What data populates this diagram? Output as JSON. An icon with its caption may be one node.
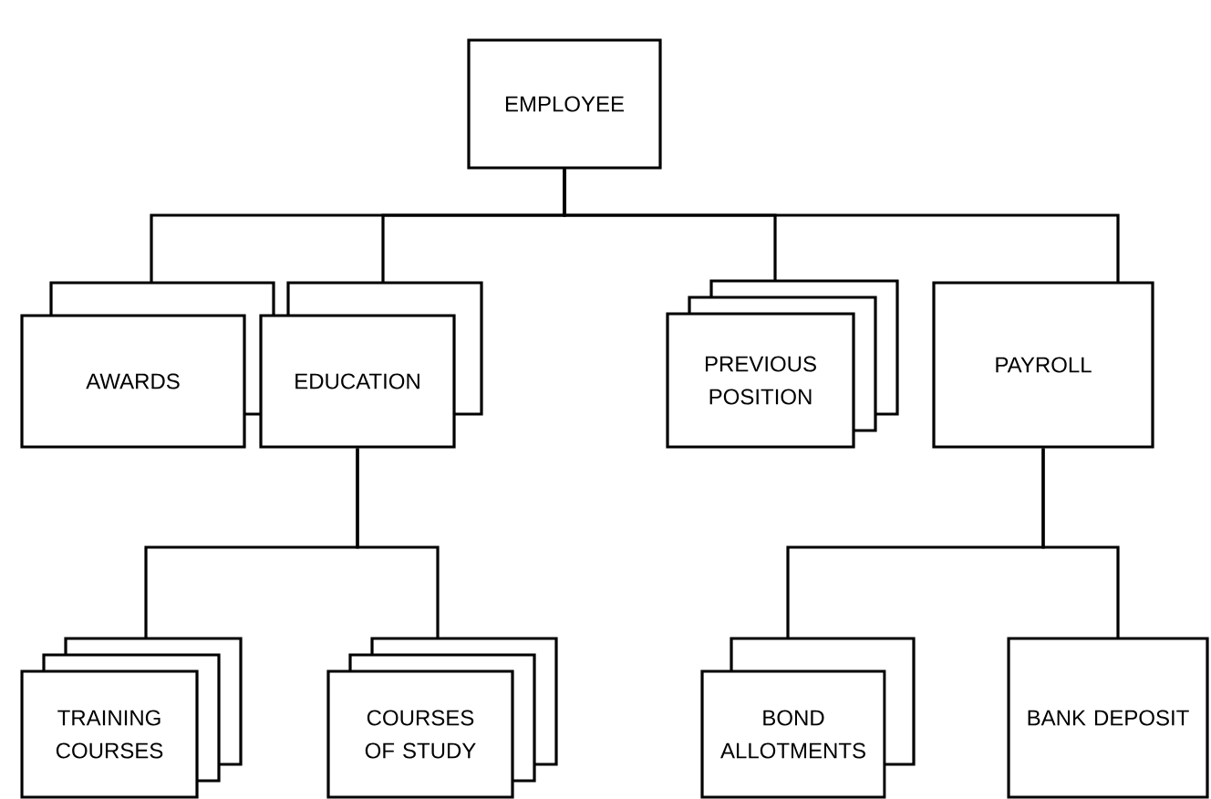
{
  "diagram": {
    "nodes": [
      {
        "text": [
          "EMPLOYEE"
        ]
      },
      {
        "text": [
          "AWARDS"
        ]
      },
      {
        "text": [
          "EDUCATION"
        ]
      },
      {
        "text": [
          "PREVIOUS POSITION"
        ]
      },
      {
        "text": [
          "PAYROLL"
        ]
      },
      {
        "text": [
          "TRAINING COURSES"
        ]
      },
      {
        "text": [
          "COURSES OF STUDY"
        ]
      },
      {
        "text": [
          "BOND ALLOTMENTS"
        ]
      },
      {
        "text": [
          "BANK DEPOSIT"
        ]
      }
    ],
    "edges": [
      {
        "from": 0,
        "to": 1,
        "arrow": "none"
      },
      {
        "from": 0,
        "to": 2,
        "arrow": "none"
      },
      {
        "from": 0,
        "to": 3,
        "arrow": "none"
      },
      {
        "from": 0,
        "to": 4,
        "arrow": "none"
      },
      {
        "from": 2,
        "to": 5,
        "arrow": "none"
      },
      {
        "from": 2,
        "to": 6,
        "arrow": "none"
      },
      {
        "from": 4,
        "to": 7,
        "arrow": "none"
      },
      {
        "from": 4,
        "to": 8,
        "arrow": "none"
      }
    ]
  }
}
